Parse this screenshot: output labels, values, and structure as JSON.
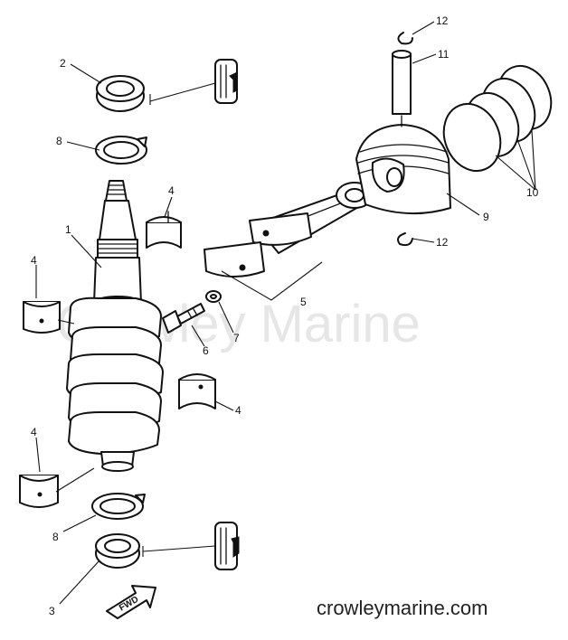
{
  "watermark": "Crowley Marine",
  "site": "crowleymarine.com",
  "fwd_label": "FWD",
  "callouts": [
    "1",
    "2",
    "3",
    "4",
    "4",
    "4",
    "4",
    "5",
    "6",
    "7",
    "8",
    "8",
    "9",
    "10",
    "11",
    "12",
    "12"
  ]
}
